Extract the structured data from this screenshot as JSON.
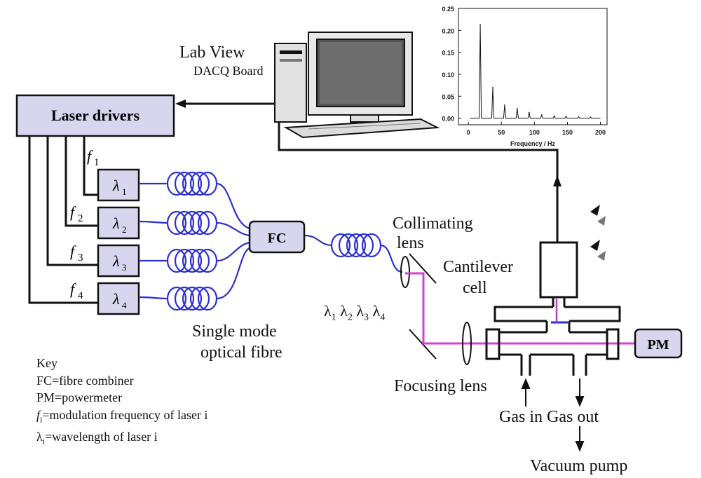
{
  "labels": {
    "lab_view": "Lab View",
    "dacq_board": "DACQ Board",
    "laser_drivers": "Laser drivers",
    "fc": "FC",
    "pm": "PM",
    "collimating": "Collimating",
    "lens": "lens",
    "cantilever": "Cantilever",
    "cell": "cell",
    "single_mode": "Single mode",
    "optical_fibre": "optical fibre",
    "focusing_lens": "Focusing lens",
    "gas_in_out": "Gas in Gas out",
    "vacuum_pump": "Vacuum pump"
  },
  "lasers": [
    {
      "wavelength": "λ",
      "index": "1",
      "freq": "f",
      "freq_index": "1"
    },
    {
      "wavelength": "λ",
      "index": "2",
      "freq": "f",
      "freq_index": "2"
    },
    {
      "wavelength": "λ",
      "index": "3",
      "freq": "f",
      "freq_index": "3"
    },
    {
      "wavelength": "λ",
      "index": "4",
      "freq": "f",
      "freq_index": "4"
    }
  ],
  "beam_label": [
    {
      "sym": "λ",
      "sub": "1"
    },
    {
      "sym": "λ",
      "sub": "2"
    },
    {
      "sym": "λ",
      "sub": "3"
    },
    {
      "sym": "λ",
      "sub": "4"
    }
  ],
  "key": {
    "title": "Key",
    "fc": "FC=fibre combiner",
    "pm": "PM=powermeter",
    "fi_sym": "f",
    "fi_sub": "i",
    "fi_text": "=modulation frequency of laser i",
    "li_sym": "λ",
    "li_sub": "i",
    "li_text": "=wavelength of laser i"
  },
  "colors": {
    "box_fill": "#d8d6ee",
    "fibre": "#2d2fd0",
    "beam": "#d63fd6",
    "line": "#111111"
  },
  "chart_data": {
    "type": "line",
    "xlabel": "Frequency / Hz",
    "ylabel": "",
    "xlim": [
      -15,
      210
    ],
    "ylim": [
      -0.015,
      0.25
    ],
    "x_ticks": [
      0,
      50,
      100,
      150,
      200
    ],
    "y_ticks": [
      0.0,
      0.05,
      0.1,
      0.15,
      0.2,
      0.25
    ],
    "y_tick_labels": [
      "0.00",
      "0.05",
      "0.10",
      "0.15",
      "0.20",
      "0.25"
    ],
    "peaks": [
      {
        "x": 18,
        "y": 0.213
      },
      {
        "x": 37,
        "y": 0.07
      },
      {
        "x": 55,
        "y": 0.03
      },
      {
        "x": 74,
        "y": 0.022
      },
      {
        "x": 92,
        "y": 0.013
      },
      {
        "x": 111,
        "y": 0.007
      },
      {
        "x": 130,
        "y": 0.005
      },
      {
        "x": 148,
        "y": 0.004
      },
      {
        "x": 167,
        "y": 0.003
      },
      {
        "x": 185,
        "y": 0.002
      }
    ]
  }
}
